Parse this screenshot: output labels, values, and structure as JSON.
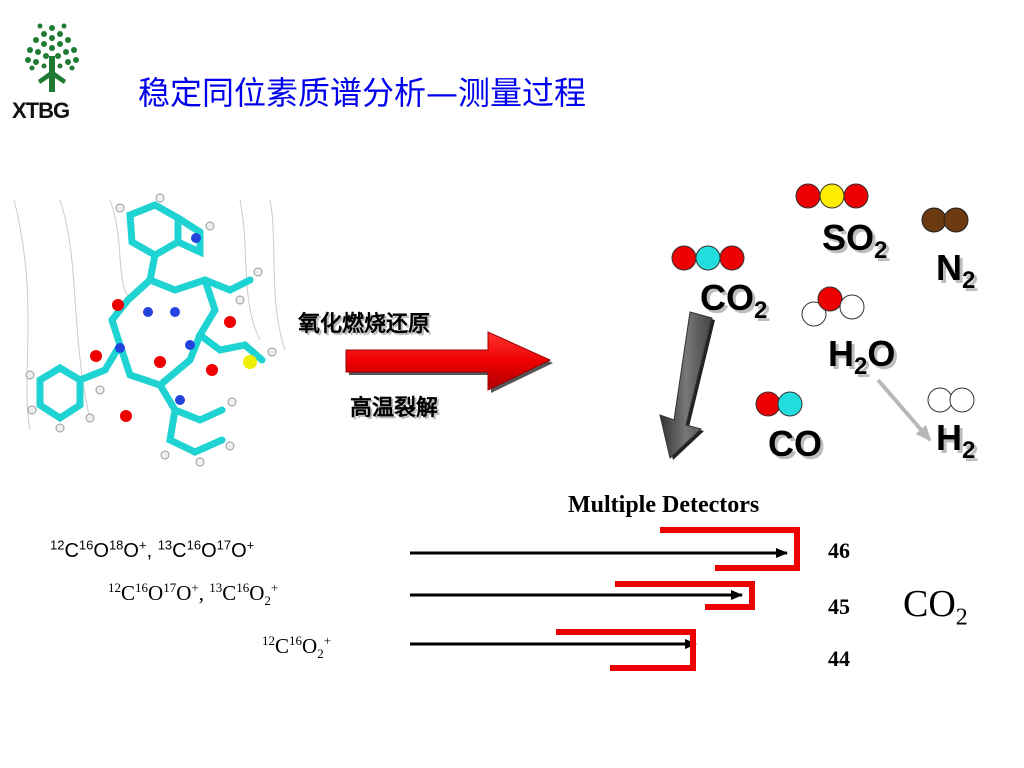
{
  "header": {
    "logo_text": "XTBG",
    "title": "稳定同位素质谱分析—测量过程"
  },
  "process": {
    "step_top": "氧化燃烧还原",
    "step_bottom": "高温裂解"
  },
  "gases": {
    "so2": {
      "base": "SO",
      "sub": "2"
    },
    "n2": {
      "base": "N",
      "sub": "2"
    },
    "co2": {
      "base": "CO",
      "sub": "2"
    },
    "h2o": {
      "base": "H",
      "sub": "2",
      "tail": "O"
    },
    "co": {
      "label": "CO"
    },
    "h2": {
      "base": "H",
      "sub": "2"
    }
  },
  "detectors": {
    "label": "Multiple Detectors",
    "rows": [
      {
        "mass": "46",
        "ion_a": {
          "c": "12",
          "o1": "16",
          "o2": "18"
        },
        "ion_b": {
          "c": "13",
          "o1": "16",
          "o2": "17"
        }
      },
      {
        "mass": "45",
        "ion_a": {
          "c": "12",
          "o1": "16",
          "o2": "17"
        },
        "ion_b": {
          "c": "13",
          "o1": "16",
          "sub": "2"
        }
      },
      {
        "mass": "44",
        "ion_a": {
          "c": "12",
          "o1": "16",
          "sub": "2"
        }
      }
    ],
    "result": {
      "base": "CO",
      "sub": "2"
    }
  },
  "colors": {
    "title": "#0000ee",
    "arrow_red": "#ee0000",
    "oxygen": "#ee0000",
    "carbon": "#22dddd",
    "sulfur": "#ffee00",
    "nitrogen": "#6b3a10",
    "hydrogen": "#ffffff",
    "detector": "#ee0000"
  }
}
